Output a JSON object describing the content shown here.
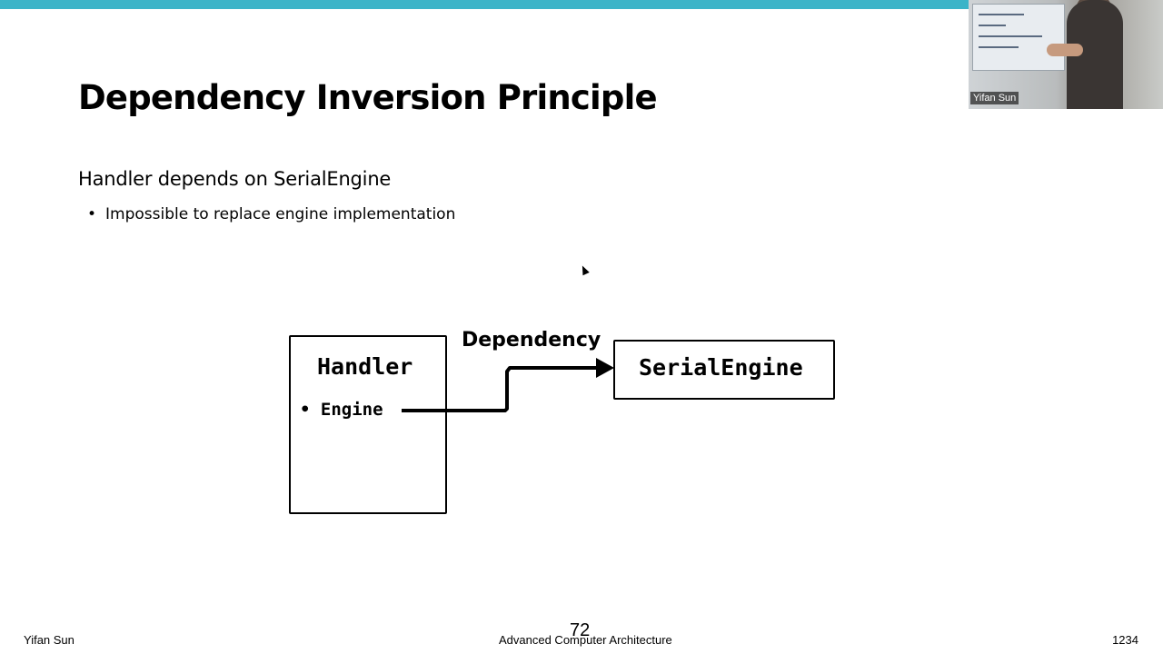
{
  "slide": {
    "title": "Dependency Inversion Principle",
    "heading": "Handler depends on SerialEngine",
    "bullets": [
      "Impossible to replace engine implementation"
    ]
  },
  "diagram": {
    "handler_box": {
      "title": "Handler",
      "field": "Engine"
    },
    "engine_box": {
      "title": "SerialEngine"
    },
    "arrow_label": "Dependency"
  },
  "webcam": {
    "name": "Yifan Sun"
  },
  "footer": {
    "left": "Yifan Sun",
    "center": "Advanced Computer Architecture",
    "right": "1234",
    "page_number": "72"
  },
  "colors": {
    "accent_bar": "#3cb4c8"
  }
}
